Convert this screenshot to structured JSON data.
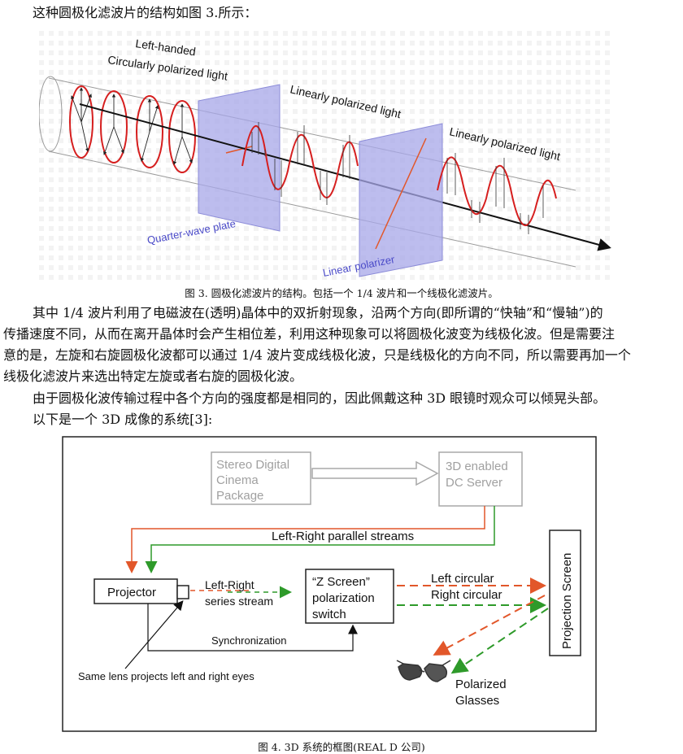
{
  "intro": "这种圆极化滤波片的结构如图 3.所示：",
  "figure3": {
    "label_left_handed_1": "Left-handed",
    "label_left_handed_2": "Circularly polarized light",
    "label_linear_1": "Linearly polarized light",
    "label_linear_2": "Linearly polarized light",
    "label_qwp": "Quarter-wave plate",
    "label_linpol": "Linear polarizer",
    "caption": "图 3. 圆极化滤波片的结构。包括一个 1/4 波片和一个线极化滤波片。"
  },
  "paragraph1": [
    "其中 1/4 波片利用了电磁波在(透明)晶体中的双折射现象，沿两个方向(即所谓的“快轴”和“慢轴”)的",
    "传播速度不同，从而在离开晶体时会产生相位差，利用这种现象可以将圆极化波变为线极化波。但是需要注",
    "意的是，左旋和右旋圆极化波都可以通过 1/4 波片变成线极化波，只是线极化的方向不同，所以需要再加一个",
    "线极化滤波片来选出特定左旋或者右旋的圆极化波。"
  ],
  "paragraph2": "由于圆极化波传输过程中各个方向的强度都是相同的，因此佩戴这种 3D 眼镜时观众可以倾晃头部。",
  "paragraph3": "以下是一个 3D 成像的系统[3]:",
  "figure4": {
    "stereo_1": "Stereo Digital",
    "stereo_2": "Cinema",
    "stereo_3": "Package",
    "server_1": "3D enabled",
    "server_2": "DC Server",
    "parallel": "Left-Right parallel streams",
    "projector": "Projector",
    "series_1": "Left-Right",
    "series_2": "series stream",
    "zscreen_1": "“Z Screen”",
    "zscreen_2": "polarization",
    "zscreen_3": "switch",
    "left_circular": "Left circular",
    "right_circular": "Right circular",
    "projection_screen": "Projection Screen",
    "sync": "Synchronization",
    "same_lens": "Same lens projects left and right eyes",
    "glasses_1": "Polarized",
    "glasses_2": "Glasses",
    "caption": "图 4. 3D 系统的框图(REAL D 公司)",
    "colors": {
      "orange": "#e2572a",
      "green": "#2e9a2a",
      "gray": "#a8a8a8"
    }
  }
}
